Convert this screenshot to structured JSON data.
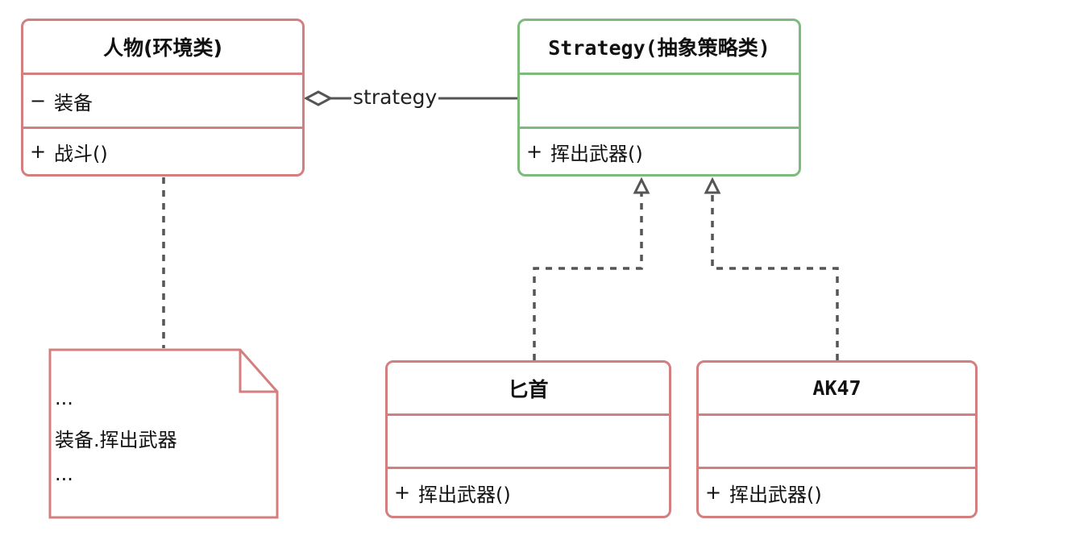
{
  "classes": {
    "person": {
      "name": "人物(环境类)",
      "attributes": [
        {
          "visibility": "−",
          "text": "装备"
        }
      ],
      "methods": [
        {
          "visibility": "+",
          "text": "战斗()"
        }
      ]
    },
    "strategy": {
      "name": "Strategy(抽象策略类)",
      "methods": [
        {
          "visibility": "+",
          "text": "挥出武器()"
        }
      ]
    },
    "dagger": {
      "name": "匕首",
      "methods": [
        {
          "visibility": "+",
          "text": "挥出武器()"
        }
      ]
    },
    "ak47": {
      "name": "AK47",
      "methods": [
        {
          "visibility": "+",
          "text": "挥出武器()"
        }
      ]
    }
  },
  "association": {
    "label": "strategy"
  },
  "note": {
    "lines": [
      "...",
      "装备.挥出武器",
      "..."
    ]
  },
  "colors": {
    "class_border": "#d47f7f",
    "abstract_border": "#7dba7d",
    "connector": "#555555"
  }
}
